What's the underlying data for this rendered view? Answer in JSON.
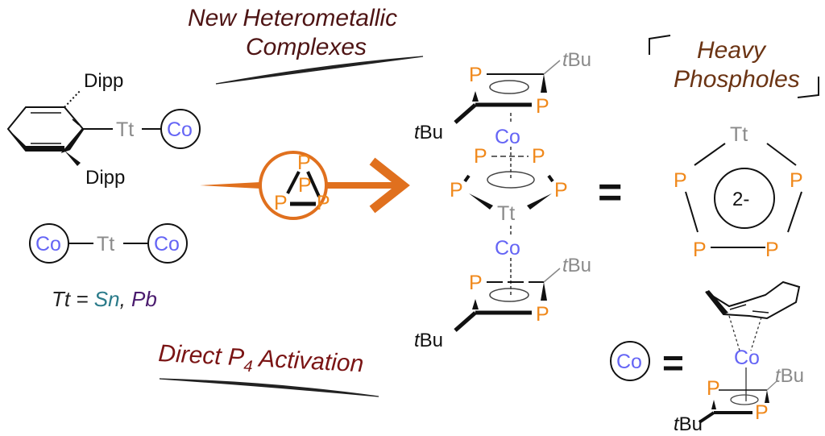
{
  "titles": {
    "new_line1": "New Heterometallic",
    "new_line2": "Complexes",
    "heavy_line1": "Heavy",
    "heavy_line2": "Phospholes",
    "direct_prefix": "Direct P",
    "direct_sub": "4",
    "direct_suffix": " Activation"
  },
  "labels": {
    "dipp": "Dipp",
    "tt": "Tt",
    "co": "Co",
    "p": "P",
    "tbu_t": "t",
    "tbu_bu": "Bu",
    "charge": "2-",
    "equals": "="
  },
  "legend": {
    "tt": "Tt",
    "eq": " = ",
    "sn": "Sn",
    "comma": ", ",
    "pb": "Pb"
  },
  "colors": {
    "phosphorus": "#f0891c",
    "cobalt": "#6565f5",
    "tetrel": "#8a8a8a",
    "tin": "#2b7b8a",
    "lead": "#4a1b6e",
    "arrow": "#e0701e",
    "title": "#5a1616"
  }
}
